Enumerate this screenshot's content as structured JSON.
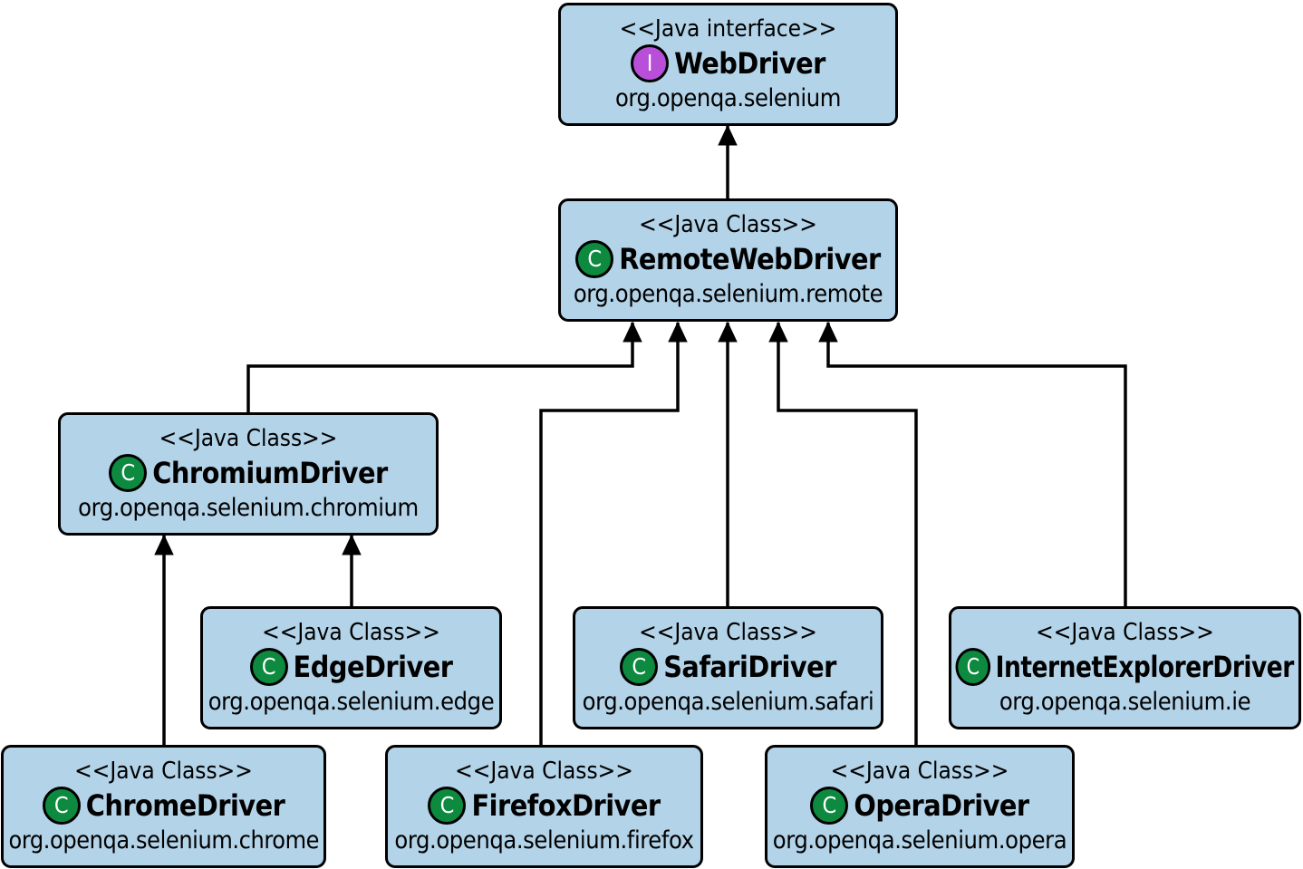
{
  "diagram": {
    "nodes": [
      {
        "id": "webdriver",
        "stereotype": "<<Java interface>>",
        "badge": "I",
        "badge_color": "#b84fd8",
        "name": "WebDriver",
        "package": "org.openqa.selenium"
      },
      {
        "id": "remotewebdriver",
        "stereotype": "<<Java Class>>",
        "badge": "C",
        "badge_color": "#0d8a3f",
        "name": "RemoteWebDriver",
        "package": "org.openqa.selenium.remote"
      },
      {
        "id": "chromiumdriver",
        "stereotype": "<<Java Class>>",
        "badge": "C",
        "badge_color": "#0d8a3f",
        "name": "ChromiumDriver",
        "package": "org.openqa.selenium.chromium"
      },
      {
        "id": "edgedriver",
        "stereotype": "<<Java Class>>",
        "badge": "C",
        "badge_color": "#0d8a3f",
        "name": "EdgeDriver",
        "package": "org.openqa.selenium.edge"
      },
      {
        "id": "safaridriver",
        "stereotype": "<<Java Class>>",
        "badge": "C",
        "badge_color": "#0d8a3f",
        "name": "SafariDriver",
        "package": "org.openqa.selenium.safari"
      },
      {
        "id": "internetexplorerdriver",
        "stereotype": "<<Java Class>>",
        "badge": "C",
        "badge_color": "#0d8a3f",
        "name": "InternetExplorerDriver",
        "package": "org.openqa.selenium.ie"
      },
      {
        "id": "chromedriver",
        "stereotype": "<<Java Class>>",
        "badge": "C",
        "badge_color": "#0d8a3f",
        "name": "ChromeDriver",
        "package": "org.openqa.selenium.chrome"
      },
      {
        "id": "firefoxdriver",
        "stereotype": "<<Java Class>>",
        "badge": "C",
        "badge_color": "#0d8a3f",
        "name": "FirefoxDriver",
        "package": "org.openqa.selenium.firefox"
      },
      {
        "id": "operadriver",
        "stereotype": "<<Java Class>>",
        "badge": "C",
        "badge_color": "#0d8a3f",
        "name": "OperaDriver",
        "package": "org.openqa.selenium.opera"
      }
    ],
    "edges": [
      {
        "from": "remotewebdriver",
        "to": "webdriver"
      },
      {
        "from": "chromiumdriver",
        "to": "remotewebdriver"
      },
      {
        "from": "firefoxdriver",
        "to": "remotewebdriver"
      },
      {
        "from": "safaridriver",
        "to": "remotewebdriver"
      },
      {
        "from": "operadriver",
        "to": "remotewebdriver"
      },
      {
        "from": "internetexplorerdriver",
        "to": "remotewebdriver"
      },
      {
        "from": "chromedriver",
        "to": "chromiumdriver"
      },
      {
        "from": "edgedriver",
        "to": "chromiumdriver"
      }
    ],
    "colors": {
      "box_fill": "#b3d3e8",
      "class_badge": "#0d8a3f",
      "interface_badge": "#b84fd8",
      "line": "#000000"
    }
  }
}
